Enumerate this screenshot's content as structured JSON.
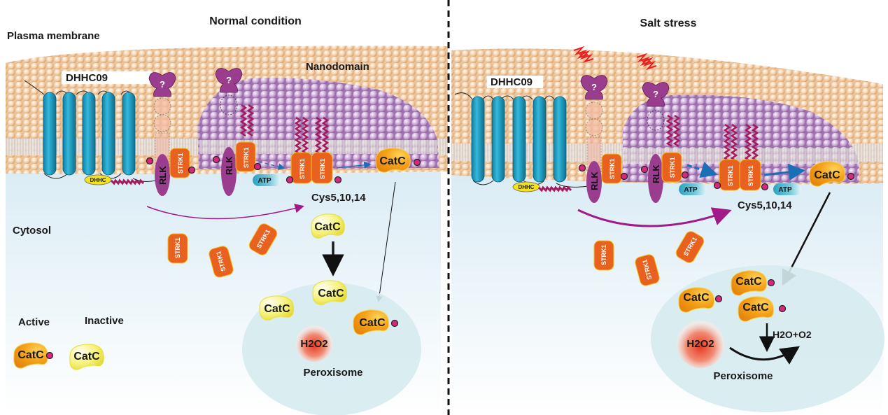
{
  "panels": {
    "normal": {
      "title": "Normal condition",
      "dhhc_protein_label": "DHHC09",
      "dhhc_domain_label": "DHHC",
      "nanodomain_label": "Nanodomain",
      "cys_label": "Cys5,10,14",
      "peroxisome_label": "Peroxisome",
      "h2o2_label": "H2O2",
      "rlk_label": "RLK",
      "unknown_receptor_label": "?",
      "strk_label": "STRK1",
      "atp_label": "ATP",
      "catc_label": "CatC"
    },
    "salt": {
      "title": "Salt stress",
      "dhhc_protein_label": "DHHC09",
      "dhhc_domain_label": "DHHC",
      "cys_label": "Cys5,10,14",
      "peroxisome_label": "Peroxisome",
      "h2o2_label": "H2O2",
      "product_label": "H2O+O2",
      "rlk_label": "RLK",
      "unknown_receptor_label": "?",
      "strk_label": "STRK1",
      "atp_label": "ATP",
      "catc_label": "CatC"
    }
  },
  "side_labels": {
    "plasma_membrane": "Plasma membrane",
    "cytosol": "Cytosol"
  },
  "legend": {
    "active_label": "Active",
    "inactive_label": "Inactive",
    "catc_label": "CatC"
  },
  "colors": {
    "lipid_head": "#f2c9a0",
    "nanodomain_head": "#b58ac2",
    "cytosol_bg": "#dcedf5",
    "peroxisome": "#d6ebf0",
    "dhhc09_helix": "#1fa3c6",
    "strk1": "#e8611e",
    "rlk": "#9b3d8e",
    "catc_active": "#f39c12",
    "catc_inactive": "#f4ee63",
    "phosphate": "#d6287c",
    "palmitoyl_chain": "#a3195b",
    "arrow_blue": "#1b6fb5",
    "arrow_magenta": "#a21a8a",
    "salt_signal": "#e8201f",
    "h2o2": "#e8432a"
  }
}
